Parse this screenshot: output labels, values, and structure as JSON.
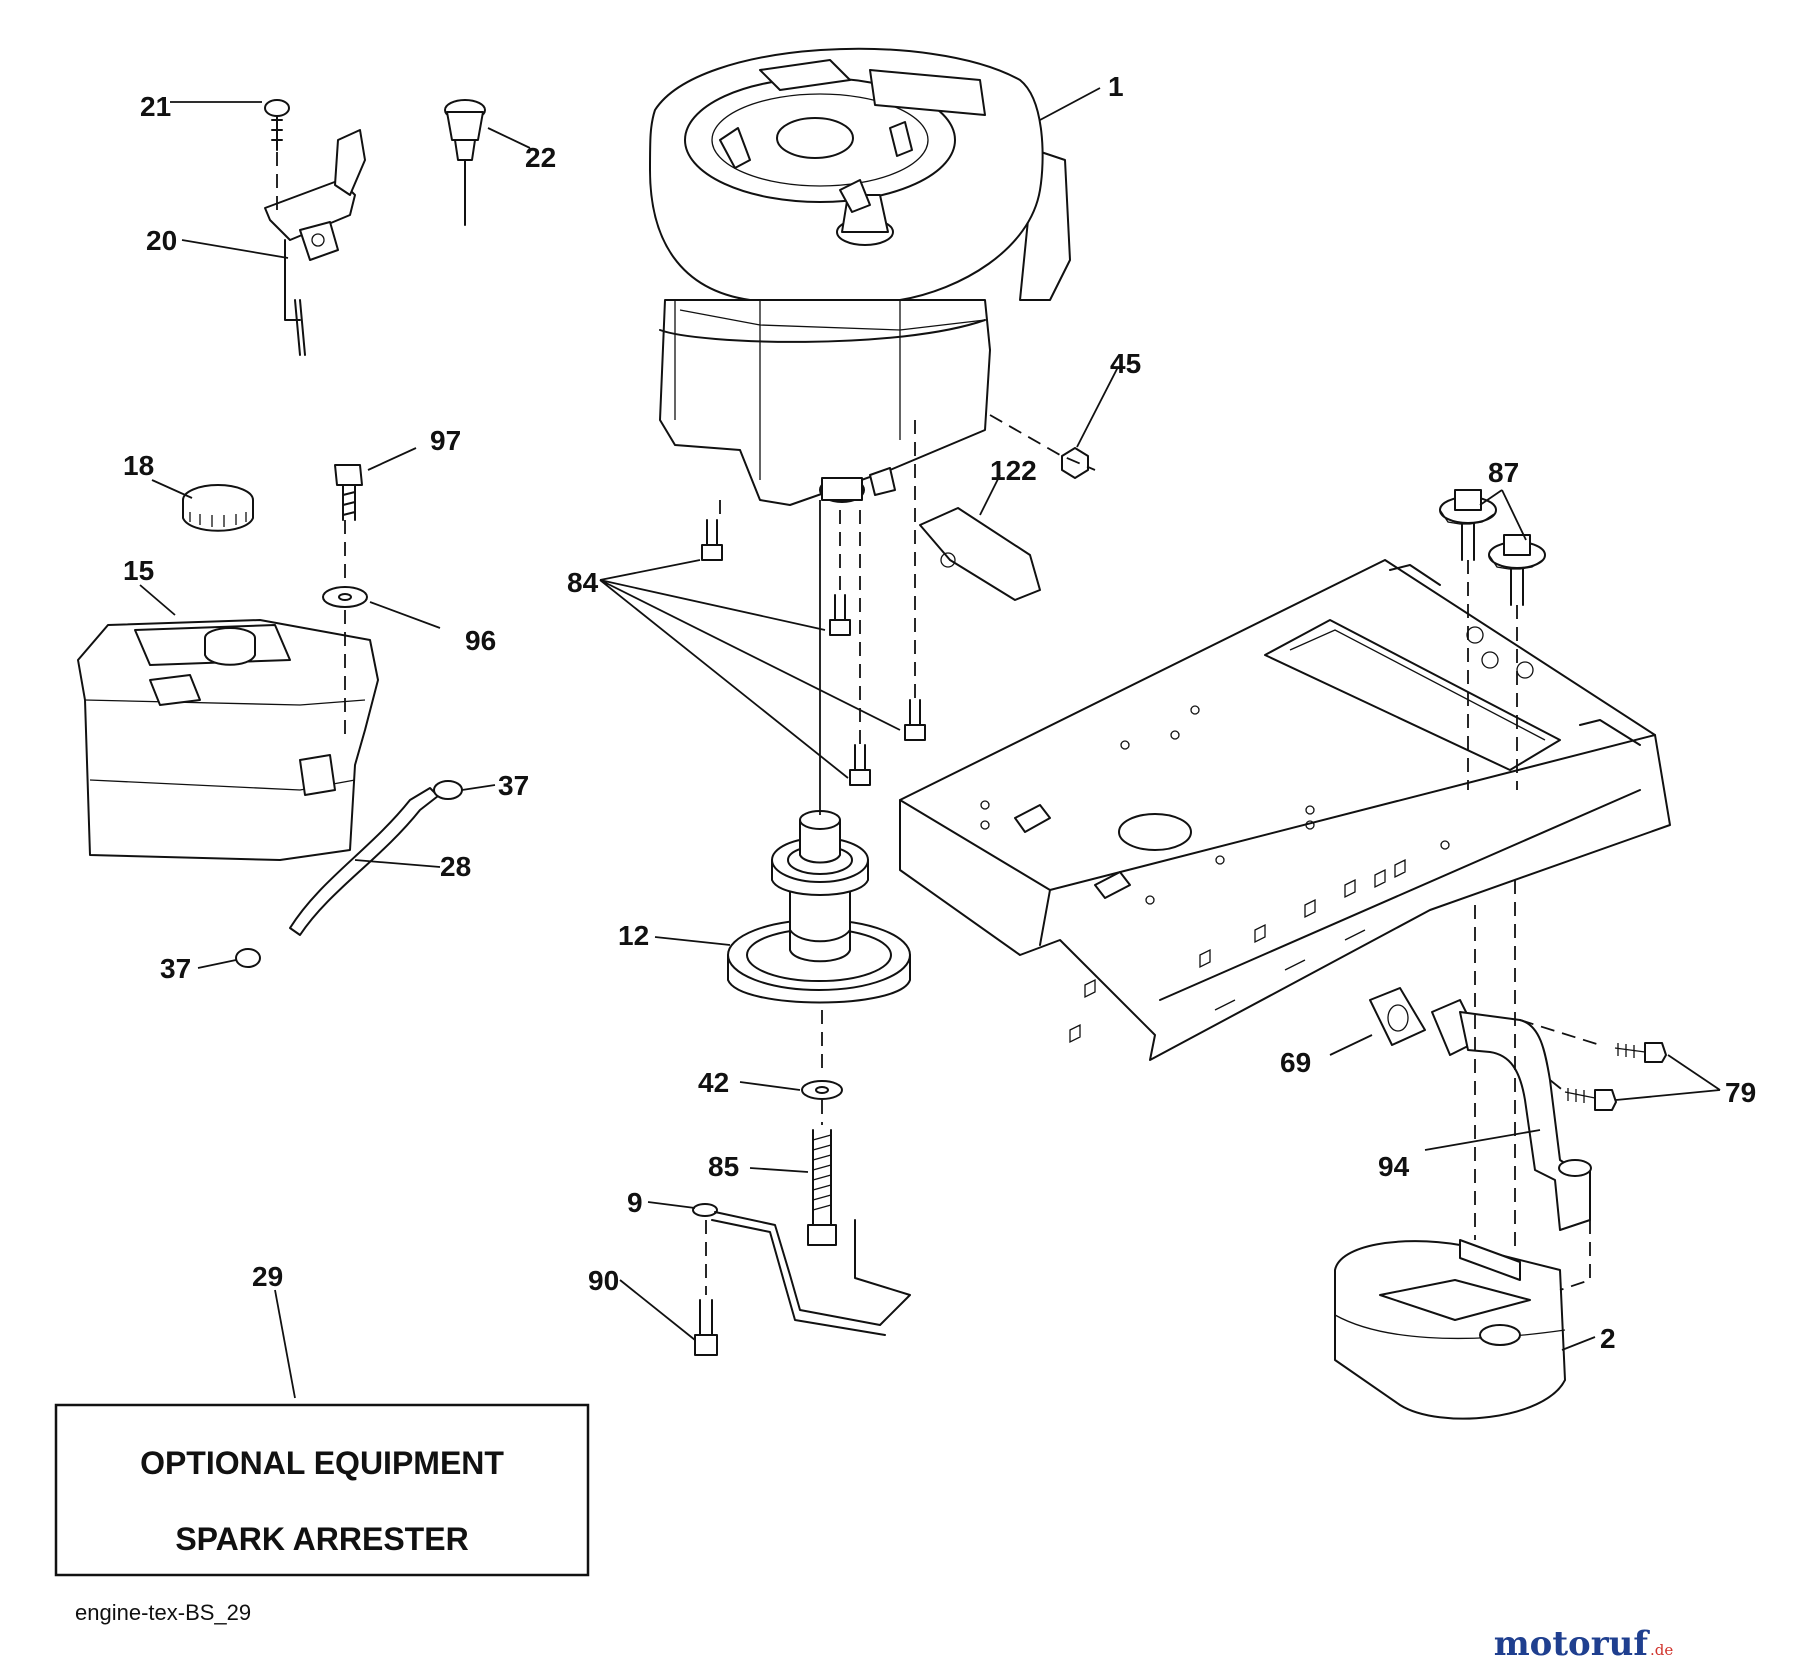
{
  "callouts": {
    "c1": "1",
    "c2": "2",
    "c9": "9",
    "c12": "12",
    "c15": "15",
    "c18": "18",
    "c20": "20",
    "c21": "21",
    "c22": "22",
    "c28": "28",
    "c29": "29",
    "c37a": "37",
    "c37b": "37",
    "c42": "42",
    "c45": "45",
    "c69": "69",
    "c79": "79",
    "c84": "84",
    "c85": "85",
    "c87": "87",
    "c90": "90",
    "c94": "94",
    "c96": "96",
    "c97": "97",
    "c122": "122"
  },
  "optional_box": {
    "line1": "OPTIONAL EQUIPMENT",
    "line2": "SPARK ARRESTER"
  },
  "caption": "engine-tex-BS_29",
  "watermark": {
    "main": "motoruf",
    "tld": ".de"
  },
  "colors": {
    "line": "#111111",
    "background": "#ffffff",
    "watermark_blue": "#1f3f8f",
    "watermark_red": "#d0342c"
  }
}
